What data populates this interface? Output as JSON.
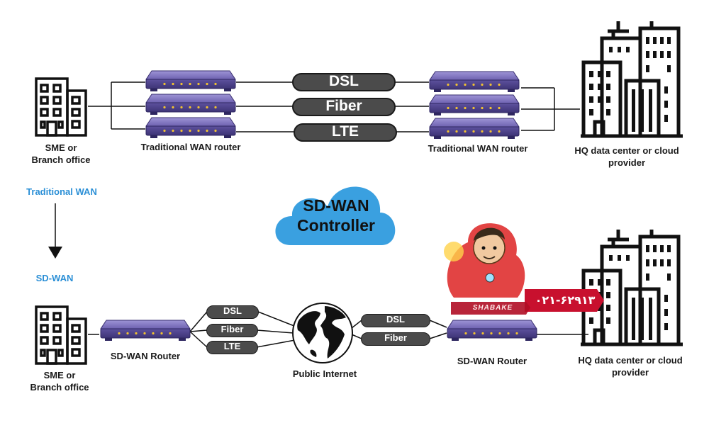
{
  "colors": {
    "router_body": "#5b4f9a",
    "router_top": "#8c82c8",
    "router_led": "#f2c230",
    "pill_bg": "#4b4b4b",
    "cloud": "#3aa0e0",
    "accent_text": "#2b8fd6",
    "badge_red": "#c8102e"
  },
  "top": {
    "branch_label_line1": "SME or",
    "branch_label_line2": "Branch office",
    "left_router_label": "Traditional WAN router",
    "links": [
      "DSL",
      "Fiber",
      "LTE"
    ],
    "right_router_label": "Traditional WAN router",
    "hq_label_line1": "HQ data center or cloud",
    "hq_label_line2": "provider"
  },
  "transition": {
    "from_label": "Traditional WAN",
    "to_label": "SD-WAN"
  },
  "controller": {
    "line1": "SD-WAN",
    "line2": "Controller"
  },
  "bottom": {
    "branch_label_line1": "SME or",
    "branch_label_line2": "Branch office",
    "left_router_label": "SD-WAN Router",
    "left_links": [
      "DSL",
      "Fiber",
      "LTE"
    ],
    "internet_label": "Public Internet",
    "right_links": [
      "DSL",
      "Fiber"
    ],
    "right_router_label": "SD-WAN Router",
    "hq_label_line1": "HQ data center or cloud",
    "hq_label_line2": "provider"
  },
  "watermark": {
    "phone": "۰۲۱-۶۲۹۱۳",
    "brand": "SHABAKE"
  }
}
